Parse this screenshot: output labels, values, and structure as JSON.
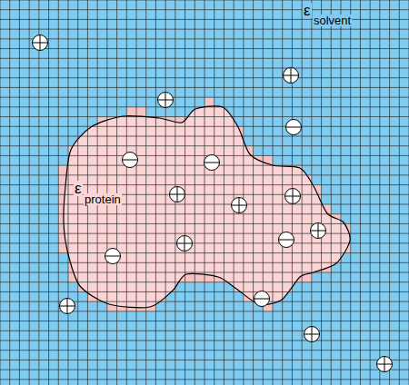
{
  "diagram": {
    "labels": [
      "ε",
      "protein",
      "ε",
      "solvent"
    ]
  }
}
